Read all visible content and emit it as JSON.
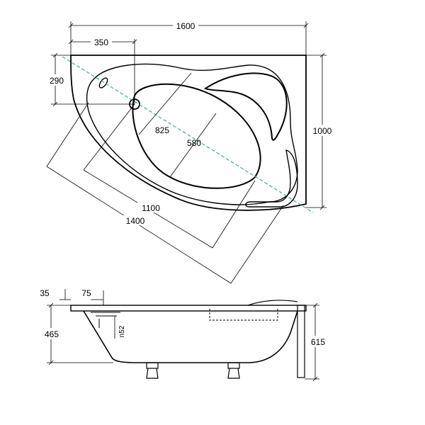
{
  "top_view": {
    "dims": {
      "width": "1600",
      "drain_x": "350",
      "drain_y": "290",
      "height": "1000",
      "inner_length": "825",
      "inner_width": "580",
      "diag_inner": "1100",
      "diag_outer": "1400"
    }
  },
  "side_view": {
    "dims": {
      "rim": "35",
      "offset": "75",
      "depth": "465",
      "total_height": "615",
      "drain": "n52"
    }
  },
  "colors": {
    "line": "#000000",
    "axis": "#4aa3a0"
  }
}
